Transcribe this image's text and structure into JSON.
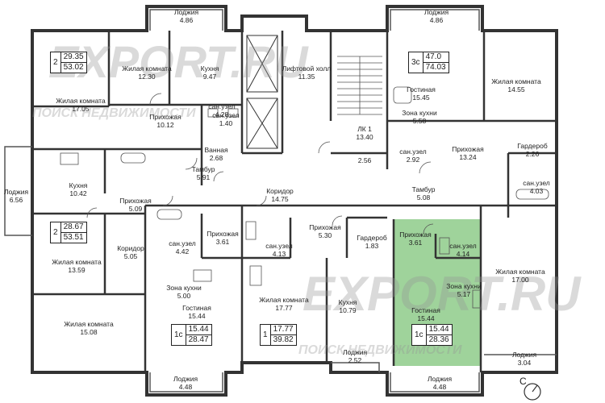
{
  "watermark": {
    "brand": "EXPORT.RU",
    "tagline": "ПОИСК НЕДВИЖИМОСТИ"
  },
  "highlight_color": "#9fd39b",
  "compass": {
    "north_label": "C"
  },
  "apartments": [
    {
      "rooms": "2",
      "living": "29.35",
      "total": "53.02"
    },
    {
      "rooms": "3с",
      "living": "47.0",
      "total": "74.03"
    },
    {
      "rooms": "2",
      "living": "28.67",
      "total": "53.51"
    },
    {
      "rooms": "1с",
      "living": "15.44",
      "total": "28.47"
    },
    {
      "rooms": "1",
      "living": "17.77",
      "total": "39.82"
    },
    {
      "rooms": "1с",
      "living": "15.44",
      "total": "28.36"
    }
  ],
  "rooms": [
    {
      "name": "Лоджия",
      "area": "4.86"
    },
    {
      "name": "Лоджия",
      "area": "4.86"
    },
    {
      "name": "Жилая комната",
      "area": "12.30"
    },
    {
      "name": "Кухня",
      "area": "9.47"
    },
    {
      "name": "Лифтовой холл",
      "area": "11.35"
    },
    {
      "name": "Гостиная",
      "area": "15.45"
    },
    {
      "name": "Жилая комната",
      "area": "14.55"
    },
    {
      "name": "Жилая комната",
      "area": "17.05"
    },
    {
      "name": "Прихожая",
      "area": "10.12"
    },
    {
      "name": "сан.узел",
      "area": "1.40"
    },
    {
      "name": "сан.узел",
      "area": "4.28"
    },
    {
      "name": "Зона кухни",
      "area": "5.58"
    },
    {
      "name": "ЛК 1",
      "area": "13.40"
    },
    {
      "name": "Ванная",
      "area": "2.68"
    },
    {
      "name": "сан.узел",
      "area": "2.92"
    },
    {
      "name": "Прихожая",
      "area": "13.24"
    },
    {
      "name": "Гардероб",
      "area": "2.26"
    },
    {
      "name": "",
      "area": "2.56"
    },
    {
      "name": "Лоджия",
      "area": "6.56"
    },
    {
      "name": "Кухня",
      "area": "10.42"
    },
    {
      "name": "Тамбур",
      "area": "5.91"
    },
    {
      "name": "Коридор",
      "area": "14.75"
    },
    {
      "name": "Тамбур",
      "area": "5.08"
    },
    {
      "name": "сан.узел",
      "area": "4.03"
    },
    {
      "name": "Прихожая",
      "area": "5.09"
    },
    {
      "name": "Прихожая",
      "area": "3.61"
    },
    {
      "name": "Прихожая",
      "area": "5.30"
    },
    {
      "name": "Гардероб",
      "area": "1.83"
    },
    {
      "name": "Прихожая",
      "area": "3.61"
    },
    {
      "name": "сан.узел",
      "area": "4.42"
    },
    {
      "name": "сан.узел",
      "area": "4.13"
    },
    {
      "name": "сан.узел",
      "area": "4.14"
    },
    {
      "name": "Коридор",
      "area": "5.05"
    },
    {
      "name": "Жилая комната",
      "area": "13.59"
    },
    {
      "name": "Жилая комната",
      "area": "17.00"
    },
    {
      "name": "Зона кухни",
      "area": "5.00"
    },
    {
      "name": "Зона кухни",
      "area": "5.17"
    },
    {
      "name": "Жилая комната",
      "area": "17.77"
    },
    {
      "name": "Кухня",
      "area": "10.79"
    },
    {
      "name": "Гостиная",
      "area": "15.44"
    },
    {
      "name": "Гостиная",
      "area": "15.44"
    },
    {
      "name": "Жилая комната",
      "area": "15.08"
    },
    {
      "name": "Лоджия",
      "area": "2.52"
    },
    {
      "name": "Лоджия",
      "area": "3.04"
    },
    {
      "name": "Лоджия",
      "area": "4.48"
    },
    {
      "name": "Лоджия",
      "area": "4.48"
    }
  ]
}
